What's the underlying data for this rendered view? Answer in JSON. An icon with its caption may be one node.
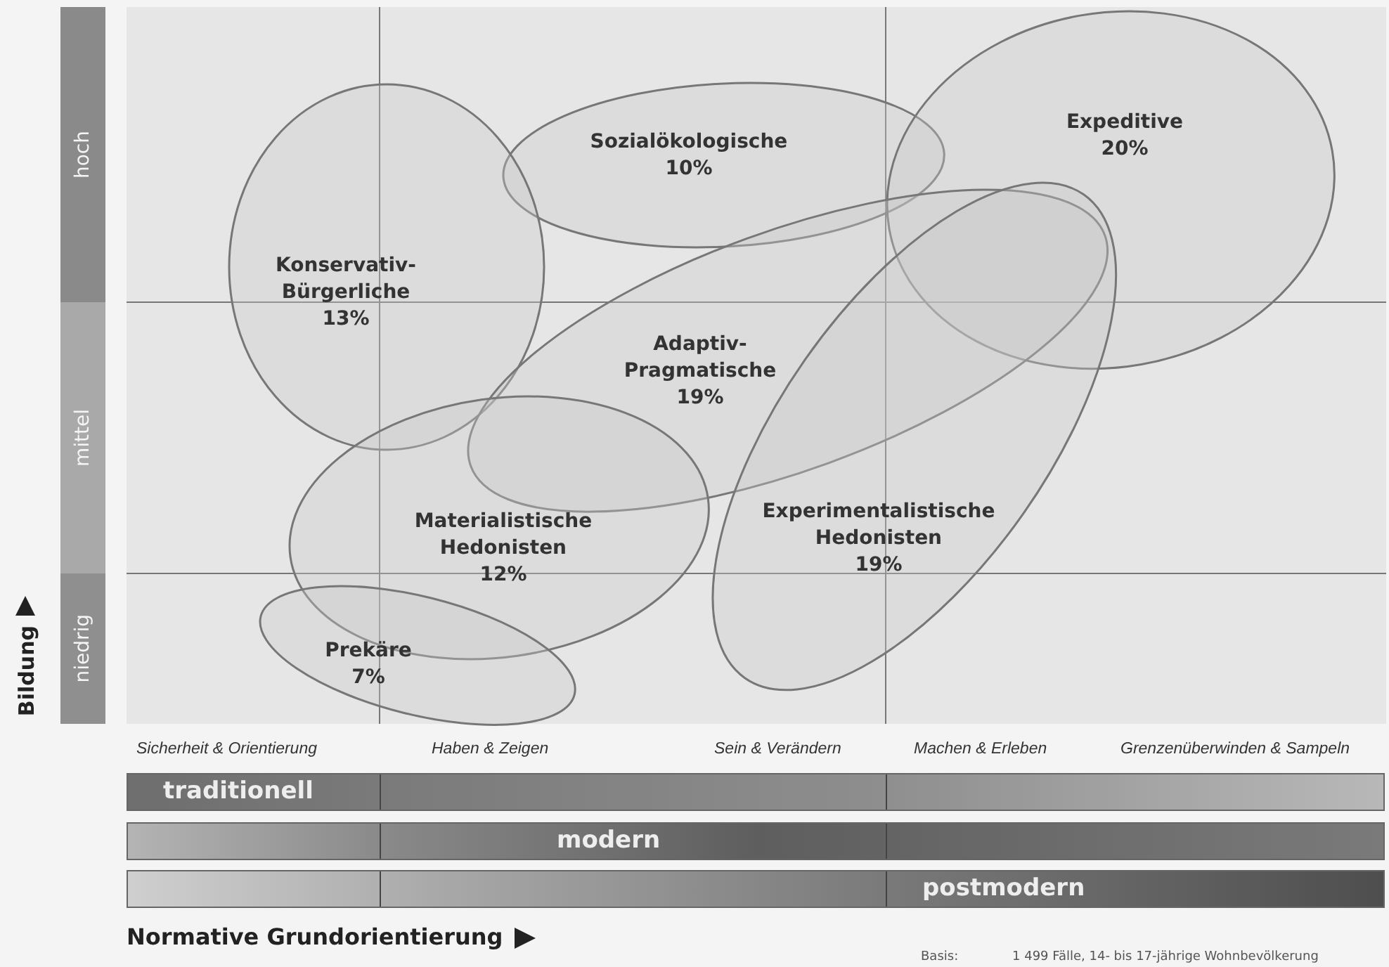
{
  "diagram": {
    "nodes": [
      {
        "text": [
          "hoch"
        ]
      },
      {
        "text": [
          "mittel"
        ]
      },
      {
        "text": [
          "niedrig"
        ]
      },
      {
        "text": [
          "Sozialökologische",
          "10%"
        ]
      },
      {
        "text": [
          "Expeditive",
          "20%"
        ]
      },
      {
        "text": [
          "Konservativ-Bürgerliche",
          "13%"
        ]
      },
      {
        "text": [
          "Adaptiv-Pragmatische",
          "19%"
        ]
      },
      {
        "text": [
          "Materialistische Hedonisten",
          "12%"
        ]
      },
      {
        "text": [
          "Experimentalistische Hedonisten",
          "19%"
        ]
      },
      {
        "text": [
          "Prekäre",
          "7%"
        ]
      },
      {
        "text": [
          "traditionell"
        ]
      },
      {
        "text": [
          "modern"
        ]
      },
      {
        "text": [
          "postmodern"
        ]
      }
    ],
    "edges": [],
    "labels": [
      "Bildung",
      "Sicherheit & Orientierung",
      "Haben & Zeigen",
      "Sein & Verändern",
      "Machen & Erleben",
      "Grenzenüberwinden & Sampeln",
      "Normative Grundorientierung",
      "Basis:",
      "1 499 Fälle, 14- bis 17-jährige Wohnbevölkerung"
    ]
  }
}
